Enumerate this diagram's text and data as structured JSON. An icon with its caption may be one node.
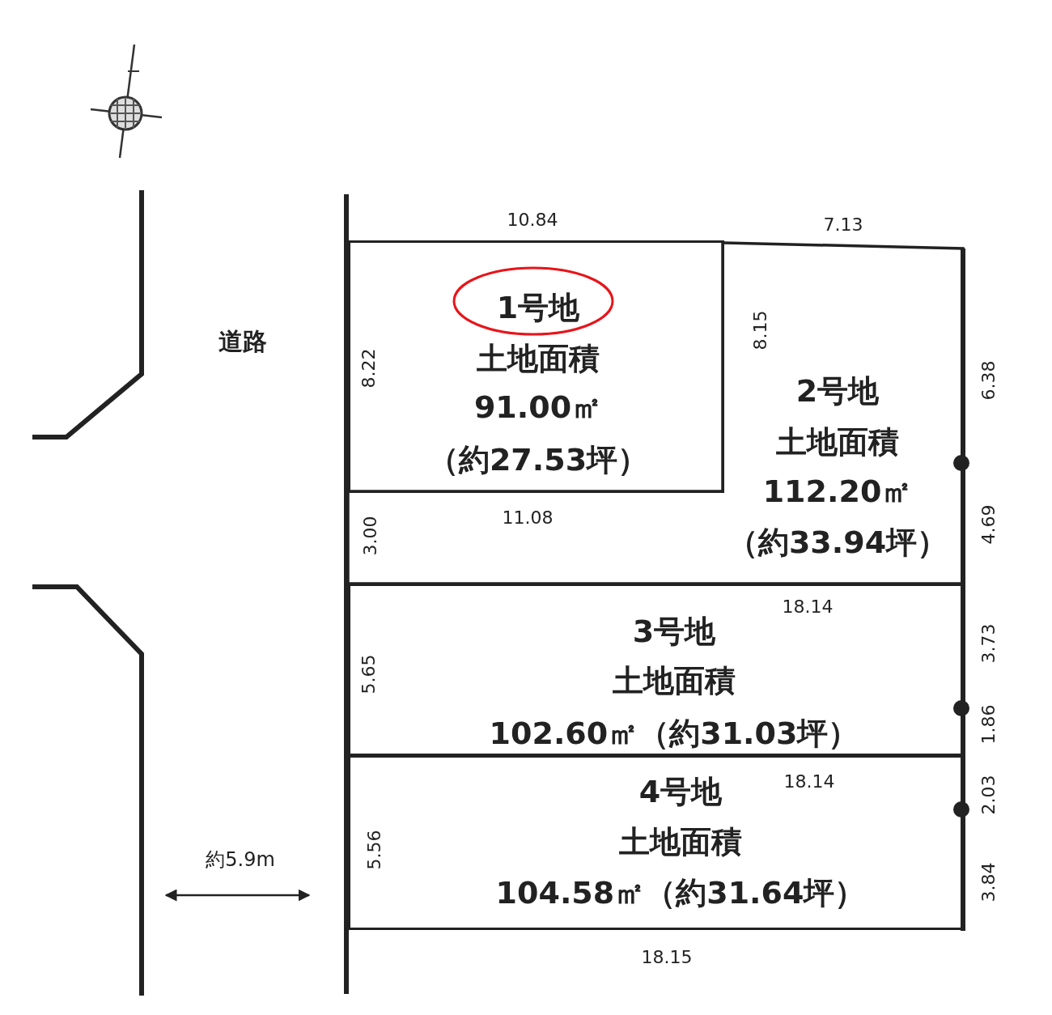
{
  "diagram": {
    "nodes": [
      {
        "text": [
          "2号地",
          "土地面積",
          "112.20㎡",
          "（約33.94坪）"
        ]
      },
      {
        "text": [
          "1号地",
          "土地面積",
          "91.00㎡",
          "（約27.53坪）"
        ]
      },
      {
        "text": [
          "3号地",
          "土地面積",
          "102.60㎡（約31.03坪）"
        ]
      },
      {
        "text": [
          "4号地",
          "土地面積",
          "104.58㎡（約31.64坪）"
        ]
      }
    ],
    "labels": [
      "10.84",
      "7.13",
      "道路",
      "8.15",
      "8.22",
      "6.38",
      "11.08",
      "4.69",
      "3.00",
      "18.14",
      "3.73",
      "5.65",
      "1.86",
      "18.14",
      "2.03",
      "5.56",
      "約5.9m",
      "3.84",
      "18.15"
    ]
  }
}
